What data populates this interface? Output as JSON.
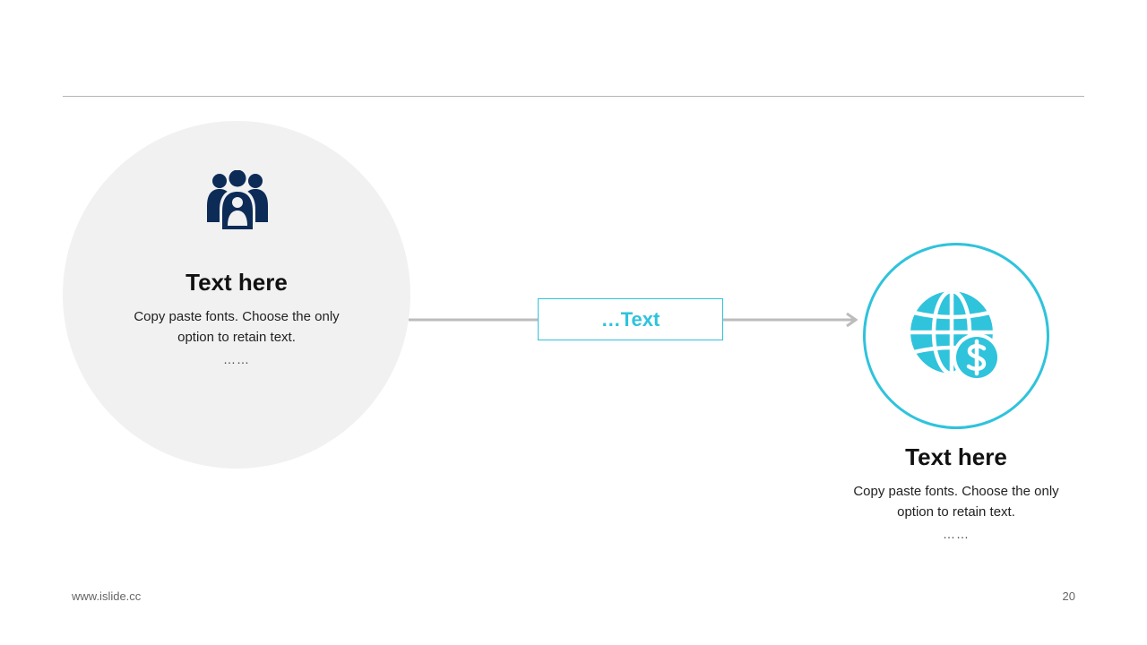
{
  "left_block": {
    "icon": "people-group-icon",
    "title": "Text here",
    "body_line1": "Copy paste fonts. Choose the only",
    "body_line2": "option to retain text.",
    "dots": "……"
  },
  "connector": {
    "label": "…Text"
  },
  "right_block": {
    "icon": "globe-dollar-icon",
    "title": "Text here",
    "body_line1": "Copy paste fonts. Choose the only",
    "body_line2": "option to retain text.",
    "dots": "……"
  },
  "footer": {
    "website": "www.islide.cc",
    "page_number": "20"
  },
  "colors": {
    "accent": "#2fc3dc",
    "icon_dark": "#0d2b57",
    "circle_fill": "#f1f1f1",
    "connector_line": "#bcbcbc"
  }
}
